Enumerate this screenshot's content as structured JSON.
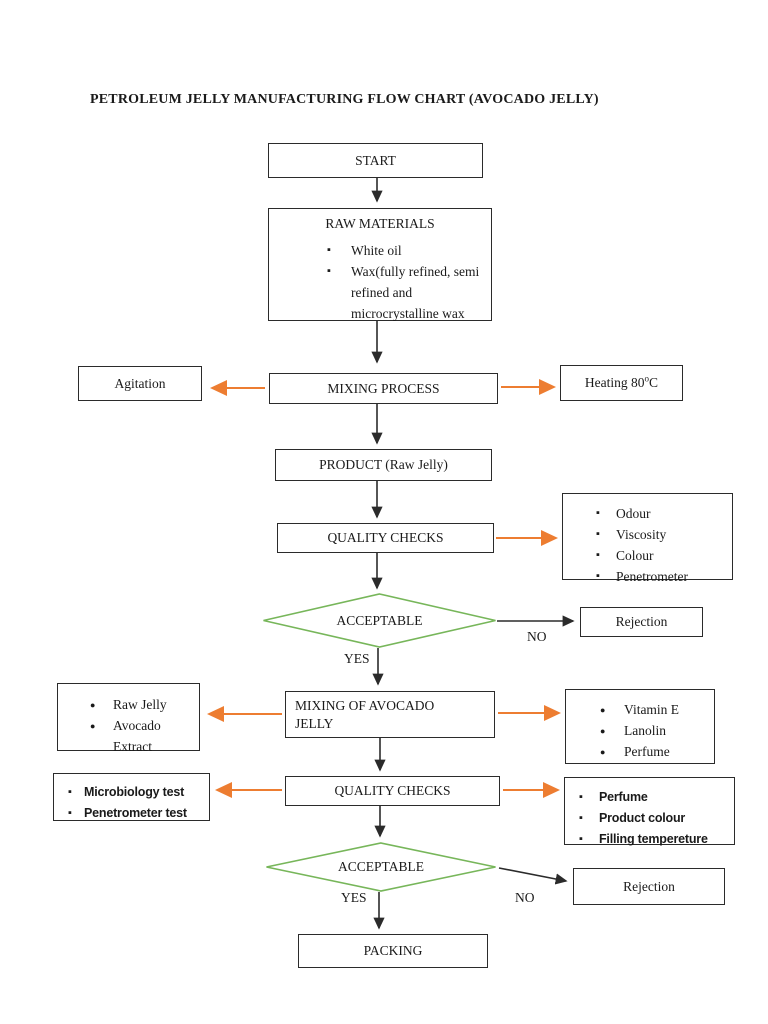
{
  "title": "PETROLEUM JELLY MANUFACTURING FLOW CHART (AVOCADO JELLY)",
  "colors": {
    "arrow_orange": "#ED7D31",
    "diamond_green": "#77B65A",
    "connector_black": "#2b2b2b",
    "border": "#2b2b2b"
  },
  "nodes": {
    "start": {
      "label": "START"
    },
    "raw_materials": {
      "title": "RAW MATERIALS",
      "items": [
        "White oil",
        "Wax(fully refined, semi refined and microcrystalline wax"
      ]
    },
    "agitation": {
      "label": "Agitation"
    },
    "mixing_process": {
      "label": "MIXING PROCESS"
    },
    "heating": {
      "prefix": "Heating 80",
      "sup": "o",
      "suffix": "C"
    },
    "product": {
      "label": "PRODUCT (Raw Jelly)"
    },
    "quality_checks_1": {
      "label": "QUALITY CHECKS"
    },
    "qc1_params": {
      "items": [
        "Odour",
        "Viscosity",
        "Colour",
        "Penetrometer"
      ]
    },
    "decision_1": {
      "label": "ACCEPTABLE",
      "yes": "YES",
      "no": "NO"
    },
    "rejection_1": {
      "label": "Rejection"
    },
    "avocado_ingredients": {
      "items": [
        "Raw Jelly",
        "Avocado Extract"
      ]
    },
    "mixing_avocado": {
      "line1": "MIXING OF AVOCADO",
      "line2": "JELLY"
    },
    "additives": {
      "items": [
        "Vitamin E",
        "Lanolin",
        "Perfume"
      ]
    },
    "qc2_left": {
      "items": [
        "Microbiology test",
        "Penetrometer test"
      ]
    },
    "quality_checks_2": {
      "label": "QUALITY CHECKS"
    },
    "qc2_right": {
      "items": [
        "Perfume",
        "Product colour",
        "Filling tempereture"
      ]
    },
    "decision_2": {
      "label": "ACCEPTABLE",
      "yes": "YES",
      "no": "NO"
    },
    "rejection_2": {
      "label": "Rejection"
    },
    "packing": {
      "label": "PACKING"
    }
  }
}
